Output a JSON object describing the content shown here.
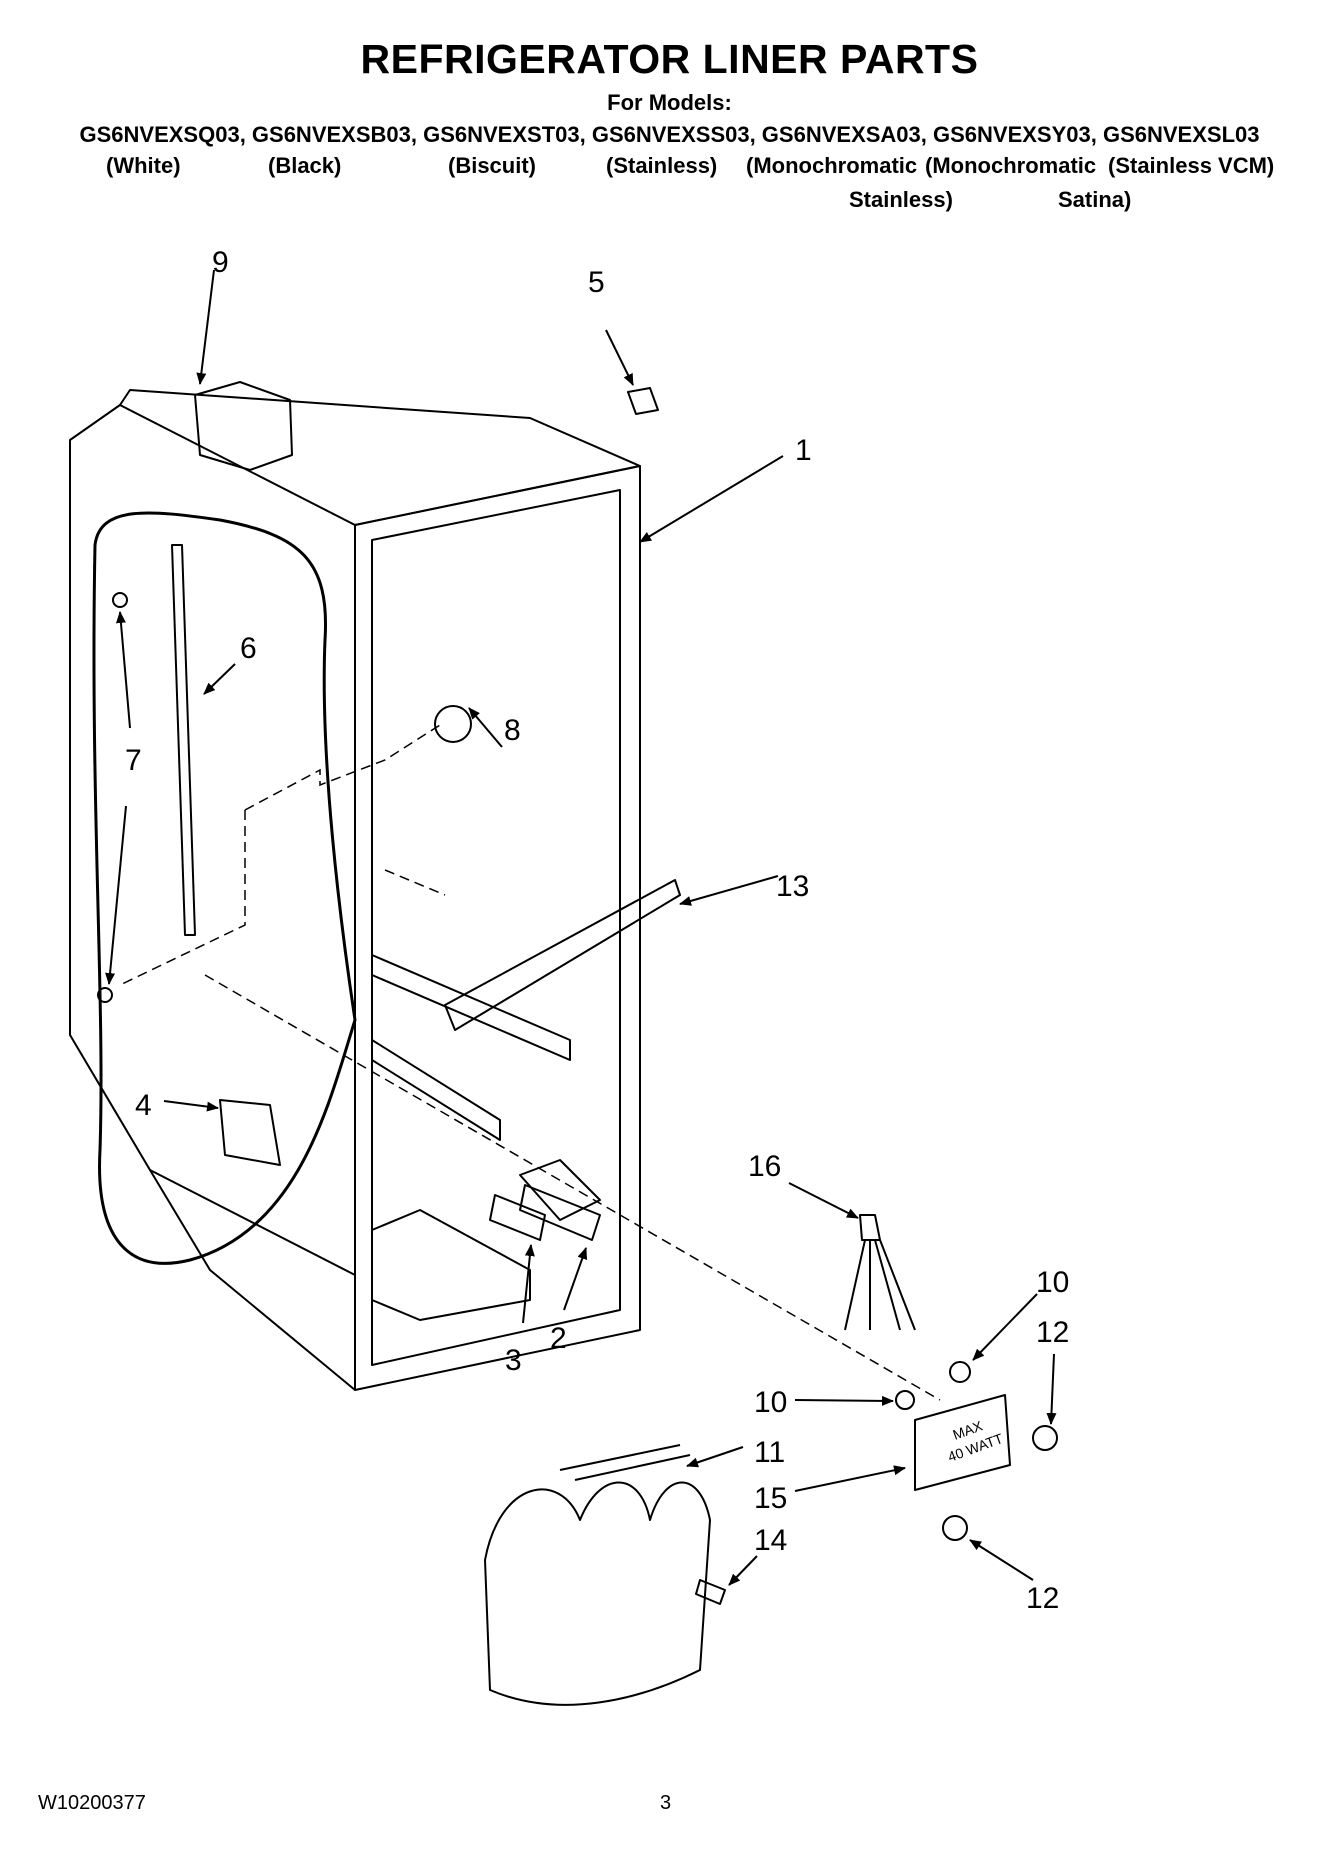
{
  "header": {
    "title": "REFRIGERATOR LINER PARTS",
    "for_models": "For Models:",
    "models": "GS6NVEXSQ03, GS6NVEXSB03, GS6NVEXST03, GS6NVEXSS03, GS6NVEXSA03, GS6NVEXSY03, GS6NVEXSL03",
    "finishes": {
      "white": "(White)",
      "black": "(Black)",
      "biscuit": "(Biscuit)",
      "stainless": "(Stainless)",
      "mono_stainless_1": "(Monochromatic",
      "mono_stainless_2": "Stainless)",
      "mono_satina_1": "(Monochromatic",
      "mono_satina_2": "Satina)",
      "stainless_vcm": "(Stainless VCM)"
    }
  },
  "callouts": {
    "c1": "1",
    "c2": "2",
    "c3": "3",
    "c4": "4",
    "c5": "5",
    "c6": "6",
    "c7": "7",
    "c8": "8",
    "c9": "9",
    "c10a": "10",
    "c10b": "10",
    "c11": "11",
    "c12a": "12",
    "c12b": "12",
    "c13": "13",
    "c14": "14",
    "c15": "15",
    "c16": "16"
  },
  "light_housing_text": {
    "line1": "MAX",
    "line2": "40 WATT"
  },
  "footer": {
    "doc_number": "W10200377",
    "page_number": "3"
  }
}
